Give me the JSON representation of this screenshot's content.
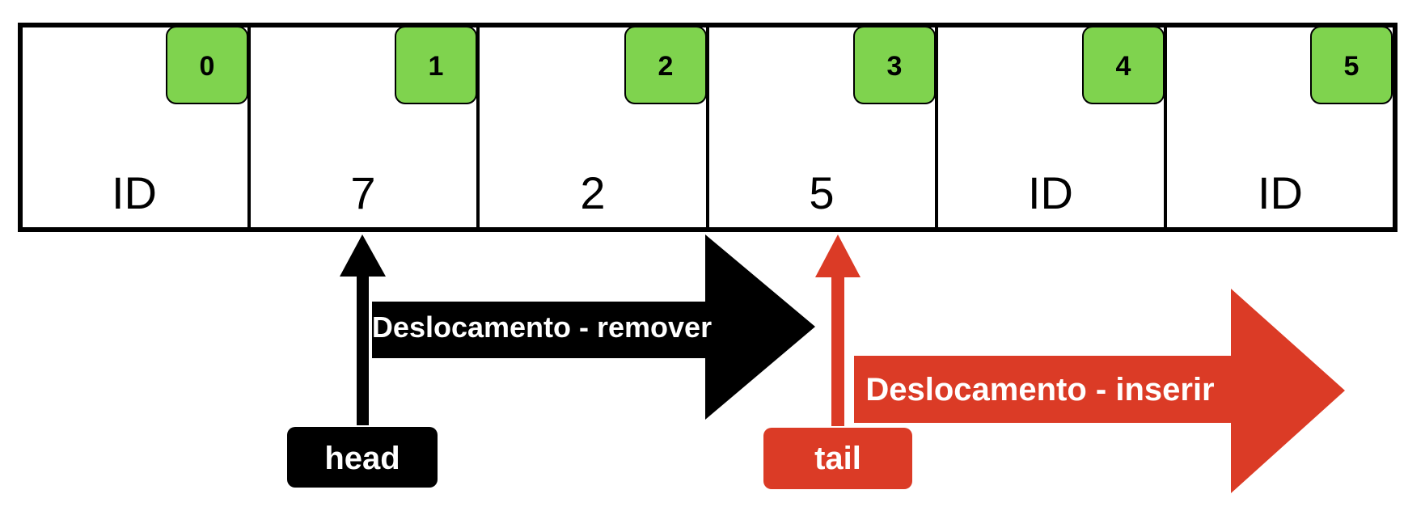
{
  "queue": {
    "cells": [
      {
        "index": "0",
        "value": "ID"
      },
      {
        "index": "1",
        "value": "7"
      },
      {
        "index": "2",
        "value": "2"
      },
      {
        "index": "3",
        "value": "5"
      },
      {
        "index": "4",
        "value": "ID"
      },
      {
        "index": "5",
        "value": "ID"
      }
    ]
  },
  "pointers": {
    "head": {
      "label": "head",
      "cell_index": 1
    },
    "tail": {
      "label": "tail",
      "cell_index": 3
    }
  },
  "arrows": {
    "remove": {
      "label": "Deslocamento - remover"
    },
    "insert": {
      "label": "Deslocamento - inserir"
    }
  },
  "colors": {
    "index_badge": "#7fd34e",
    "head": "#000000",
    "tail": "#db3b26",
    "cell_border": "#000000"
  }
}
